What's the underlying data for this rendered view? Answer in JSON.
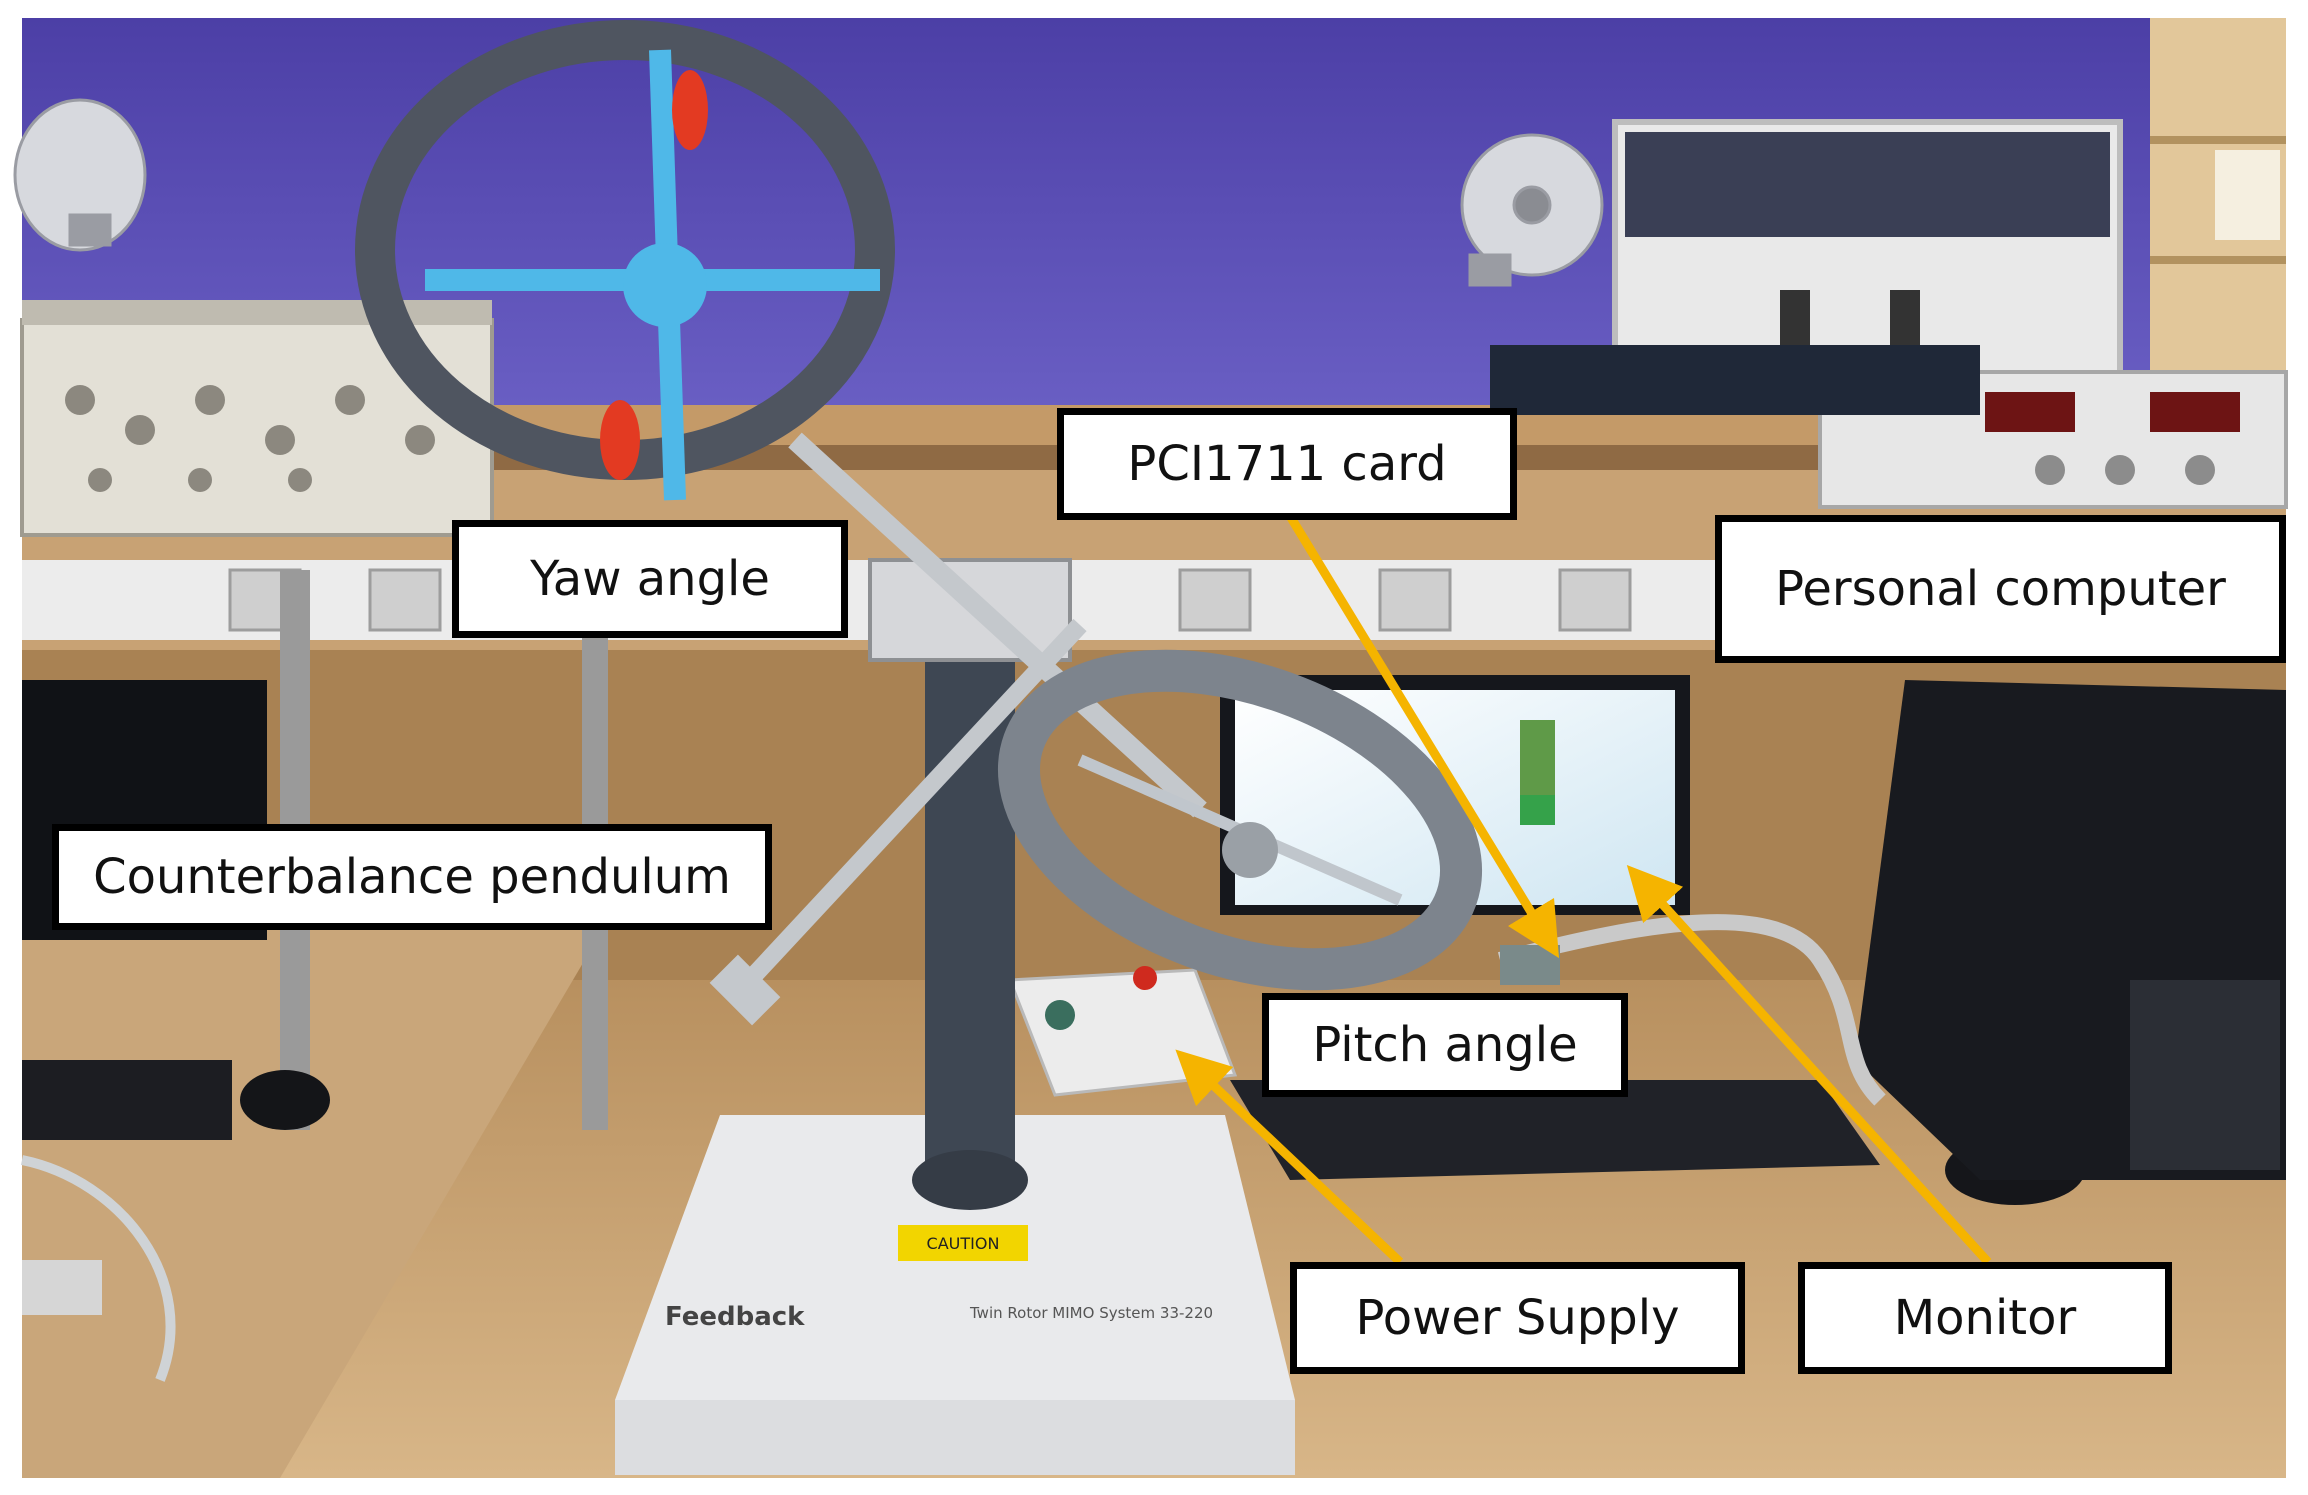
{
  "image": {
    "description_labels": [
      {
        "id": "pci",
        "text": "PCI1711 card"
      },
      {
        "id": "yaw",
        "text": "Yaw angle"
      },
      {
        "id": "pc",
        "text": "Personal computer"
      },
      {
        "id": "pendulum",
        "text": "Counterbalance pendulum"
      },
      {
        "id": "pitch",
        "text": "Pitch angle"
      },
      {
        "id": "power",
        "text": "Power Supply"
      },
      {
        "id": "monitor",
        "text": "Monitor"
      }
    ],
    "base_brand": "Feedback",
    "base_model": "Twin Rotor MIMO System 33-220",
    "caution_label": "CAUTION",
    "colors": {
      "wall": "#5a4fb8",
      "bench": "#c7a274",
      "arrow": "#f5b400",
      "rotor_blue": "#4fb8e8",
      "propeller_red": "#e33a22",
      "callout_border": "#000000"
    }
  }
}
